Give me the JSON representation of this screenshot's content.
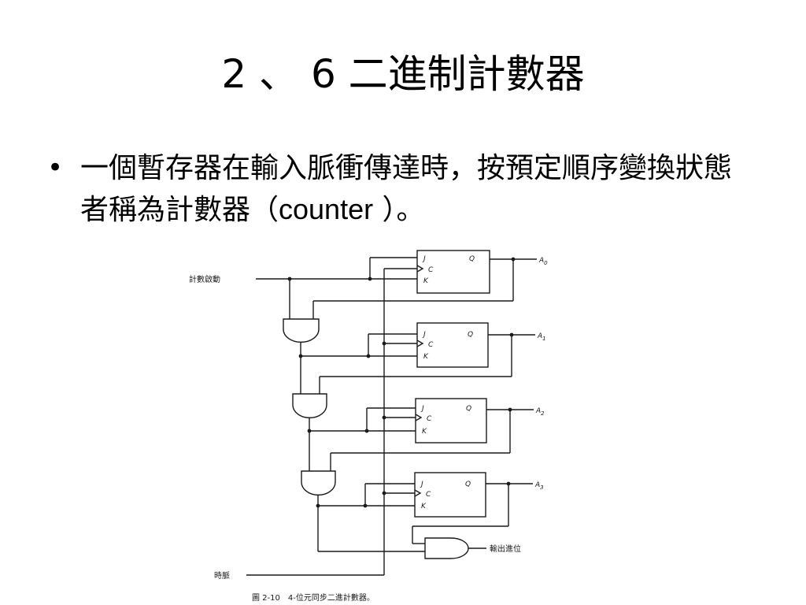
{
  "slide": {
    "title": "2 、 6 二進制計數器",
    "bullet_marker": "•",
    "bullet_text_part1": "一個暫存器在輸入脈衝傳達時，按預定順序變換狀態者稱為計數器（",
    "bullet_text_latin": "counter",
    "bullet_text_part2": " ）。"
  },
  "diagram": {
    "input_count_enable": "計數啟動",
    "input_clock": "時脈",
    "output_carry": "輸出進位",
    "ff_labels": {
      "j": "J",
      "c": "C",
      "k": "K",
      "q": "Q"
    },
    "outputs": [
      "A0",
      "A1",
      "A2",
      "A3"
    ],
    "caption": "圖 2-10　4-位元同步二進計數器。"
  }
}
